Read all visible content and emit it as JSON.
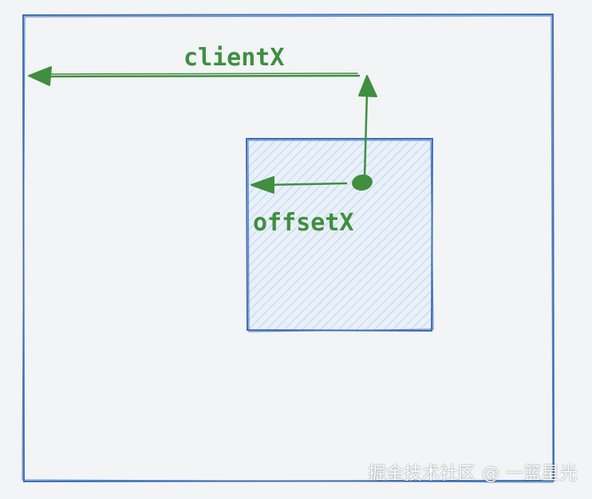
{
  "labels": {
    "client_x": "clientX",
    "offset_x": "offsetX"
  },
  "watermark": "掘金技术社区 @ 一篮星光",
  "colors": {
    "background": "#f2f4f6",
    "box_stroke": "#3f6fb9",
    "arrow": "#3f8f3f",
    "hatch": "#a9c9ef",
    "inner_fill": "#e6eef8"
  }
}
